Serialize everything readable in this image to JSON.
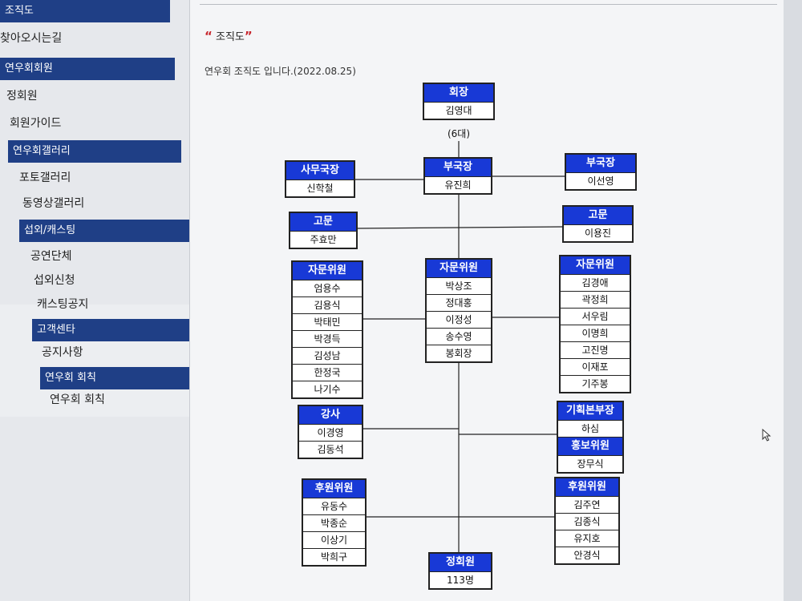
{
  "sidebar": {
    "items": [
      {
        "label": "조직도",
        "type": "header"
      },
      {
        "label": "찾아오시는길",
        "type": "link"
      },
      {
        "label": "연우회회원",
        "type": "header"
      },
      {
        "label": "정회원",
        "type": "link"
      },
      {
        "label": "회원가이드",
        "type": "link"
      },
      {
        "label": "연우회갤러리",
        "type": "header"
      },
      {
        "label": "포토갤러리",
        "type": "link"
      },
      {
        "label": "동영상갤러리",
        "type": "link"
      },
      {
        "label": "섭외/캐스팅",
        "type": "header"
      },
      {
        "label": "공연단체",
        "type": "link"
      },
      {
        "label": "섭외신청",
        "type": "link"
      },
      {
        "label": "캐스팅공지",
        "type": "link"
      },
      {
        "label": "고객센타",
        "type": "header"
      },
      {
        "label": "공지사항",
        "type": "link"
      },
      {
        "label": "연우회 회칙",
        "type": "header"
      },
      {
        "label": "연우회 회칙",
        "type": "link"
      }
    ]
  },
  "content": {
    "title": "조직도",
    "intro": "연우회 조직도 입니다.(2022.08.25)"
  },
  "org": {
    "president": {
      "title": "회장",
      "members": [
        "김영대"
      ],
      "note": "(6대)"
    },
    "sec_gen": {
      "title": "사무국장",
      "members": [
        "신학철"
      ]
    },
    "vp_center": {
      "title": "부국장",
      "members": [
        "유진희"
      ]
    },
    "vp_right": {
      "title": "부국장",
      "members": [
        "이선영"
      ]
    },
    "advisor_left": {
      "title": "고문",
      "members": [
        "주효만"
      ]
    },
    "advisor_right": {
      "title": "고문",
      "members": [
        "이용진"
      ]
    },
    "council_left": {
      "title": "자문위원",
      "members": [
        "엄용수",
        "김용식",
        "박태민",
        "박경득",
        "김성남",
        "한정국",
        "나기수"
      ]
    },
    "council_center": {
      "title": "자문위원",
      "members": [
        "박상조",
        "정대홍",
        "이정성",
        "송수영",
        "봉회장"
      ]
    },
    "council_right": {
      "title": "자문위원",
      "members": [
        "김경애",
        "곽정희",
        "서우림",
        "이명희",
        "고진명",
        "이재포",
        "기주봉"
      ]
    },
    "instructor": {
      "title": "강사",
      "members": [
        "이경영",
        "김동석"
      ]
    },
    "planning": {
      "title": "기획본부장",
      "members": [
        "하심"
      ]
    },
    "pr": {
      "title": "홍보위원",
      "members": [
        "장무식"
      ]
    },
    "sponsor_left": {
      "title": "후원위원",
      "members": [
        "유동수",
        "박종순",
        "이상기",
        "박희구"
      ]
    },
    "sponsor_right": {
      "title": "후원위원",
      "members": [
        "김주연",
        "김종식",
        "유지호",
        "안경식"
      ]
    },
    "regular": {
      "title": "정회원",
      "members": [
        "113명"
      ]
    }
  }
}
